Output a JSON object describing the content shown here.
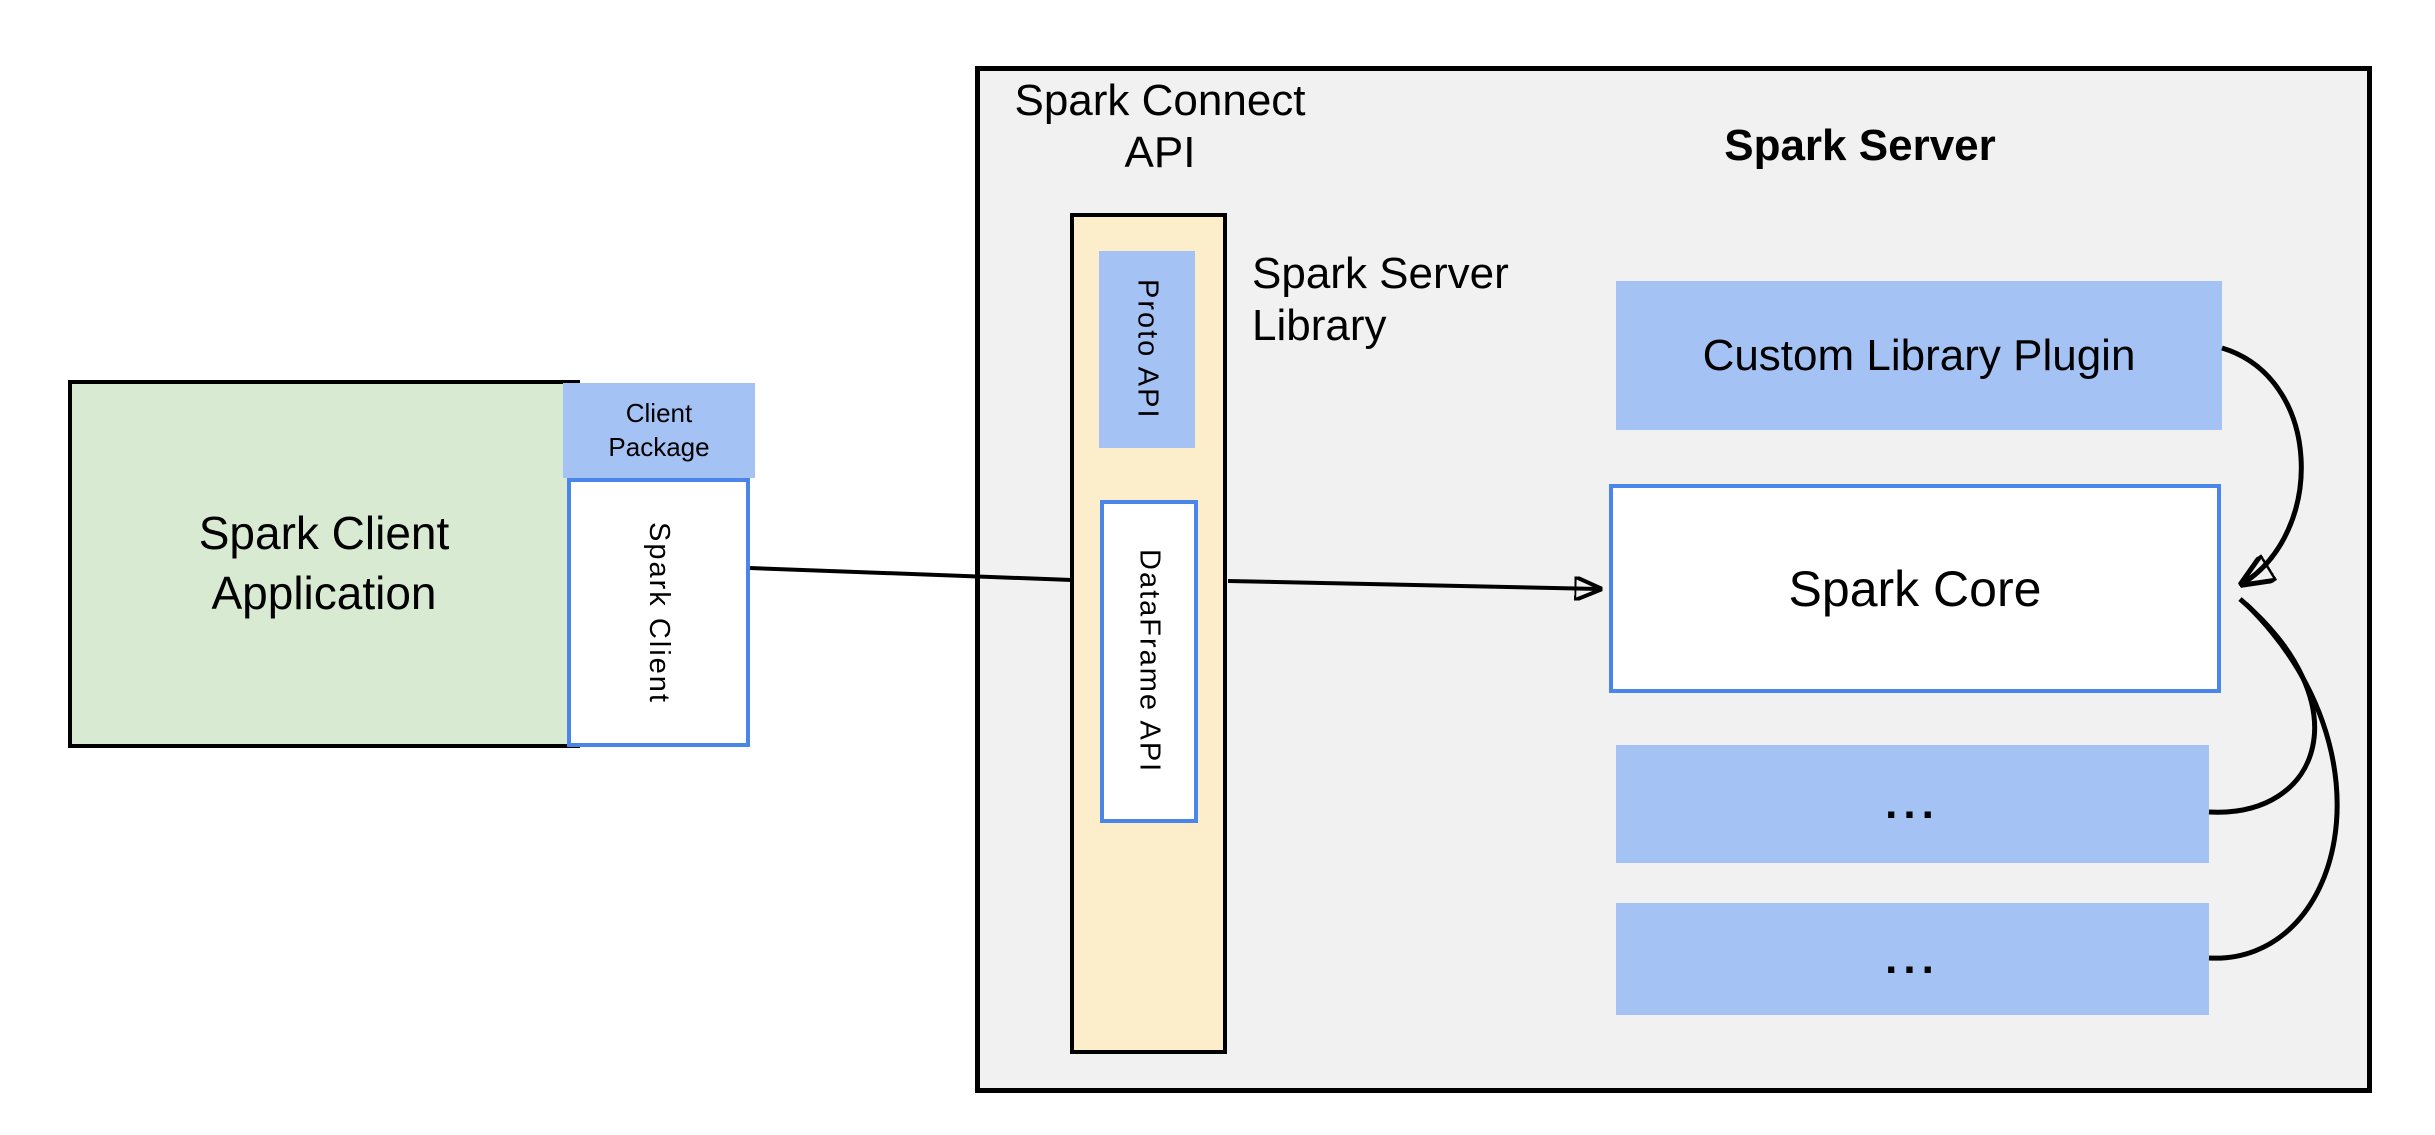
{
  "colors": {
    "canvas_bg": "#ffffff",
    "container_bg": "#f1f1f2",
    "green_fill": "#d9ead3",
    "blue_fill": "#a4c2f4",
    "yellow_fill": "#fdeecb",
    "white_fill": "#ffffff",
    "blue_border": "#4a86e8",
    "line_color": "#000000"
  },
  "client": {
    "application_label": "Spark Client\nApplication",
    "package_label": "Client\nPackage",
    "spark_client_label": "Spark Client"
  },
  "connect_api": {
    "title": "Spark Connect\nAPI",
    "proto_label": "Proto API",
    "dataframe_label": "DataFrame API",
    "library_label": "Spark Server\nLibrary"
  },
  "server": {
    "title": "Spark Server",
    "plugin_label": "Custom Library Plugin",
    "core_label": "Spark Core",
    "ellipsis_1": "...",
    "ellipsis_2": "..."
  }
}
